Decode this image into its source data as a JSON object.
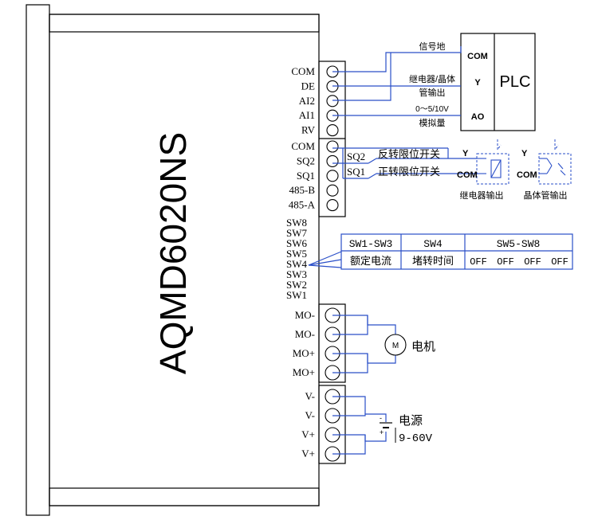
{
  "model": "AQMD6020NS",
  "terminals_top": [
    "COM",
    "DE",
    "AI2",
    "AI1",
    "RV",
    "COM",
    "SQ2",
    "SQ1",
    "485-B",
    "485-A"
  ],
  "switches": [
    "SW8",
    "SW7",
    "SW6",
    "SW5",
    "SW4",
    "SW3",
    "SW2",
    "SW1"
  ],
  "terminals_motor": [
    "MO-",
    "MO-",
    "MO+",
    "MO+"
  ],
  "terminals_power": [
    "V-",
    "V-",
    "V+",
    "V+"
  ],
  "plc": {
    "title": "PLC",
    "pins": [
      "COM",
      "Y",
      "AO"
    ],
    "signal_ground": "信号地",
    "relay_output_1": "继电器/晶体",
    "relay_output_2": "管输出",
    "analog_1": "0～5/10V",
    "analog_2": "模拟量"
  },
  "limit": {
    "sq2": "SQ2",
    "sq2_label": "反转限位开关",
    "sq1": "SQ1",
    "sq1_label": "正转限位开关"
  },
  "output_types": {
    "y": "Y",
    "com": "COM",
    "relay_caption": "继电器输出",
    "transistor_caption": "晶体管输出"
  },
  "switch_table": {
    "headers": [
      "SW1-SW3",
      "SW4",
      "SW5-SW8"
    ],
    "cells": [
      "额定电流",
      "堵转时间",
      "OFF",
      "OFF",
      "OFF",
      "OFF"
    ]
  },
  "motor": {
    "symbol": "M",
    "label": "电机"
  },
  "power": {
    "label": "电源",
    "range": "9-60V",
    "minus": "-",
    "plus": "+"
  }
}
